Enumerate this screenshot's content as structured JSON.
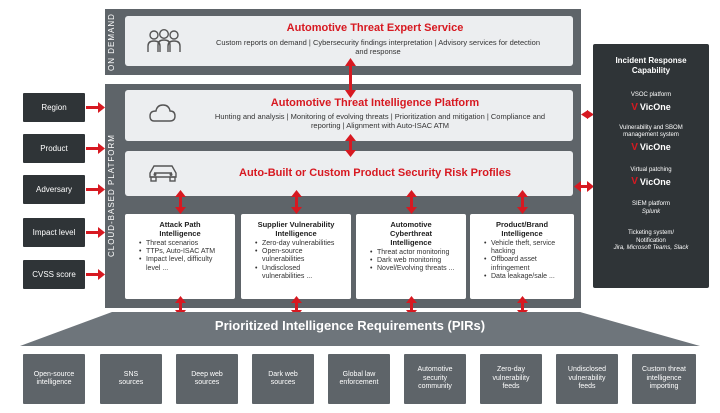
{
  "left_labels": [
    "Region",
    "Product",
    "Adversary",
    "Impact level",
    "CVSS score"
  ],
  "on_demand_label": "ON DEMAND",
  "cloud_label": "CLOUD-BASED PLATFORM",
  "expert_service": {
    "title": "Automotive Threat Expert Service",
    "desc": "Custom reports on demand | Cybersecurity findings interpretation | Advisory services for detection and response"
  },
  "intel_platform": {
    "title": "Automotive Threat Intelligence Platform",
    "desc": "Hunting and analysis | Monitoring of evolving threats | Prioritization and mitigation | Compliance and reporting | Alignment with Auto-ISAC ATM"
  },
  "risk_profiles": {
    "title": "Auto-Built or Custom Product Security Risk Profiles"
  },
  "columns": [
    {
      "title": "Attack Path Intelligence",
      "items": [
        "Threat scenarios",
        "TTPs, Auto-ISAC ATM",
        "Impact level, difficulty level ..."
      ]
    },
    {
      "title": "Supplier Vulnerability Intelligence",
      "items": [
        "Zero-day vulnerabilities",
        "Open-source vulnerabilities",
        "Undisclosed vulnerabilities ..."
      ]
    },
    {
      "title": "Automotive Cyberthreat Intelligence",
      "items": [
        "Threat actor monitoring",
        "Dark web monitoring",
        "Novel/Evolving threats ..."
      ]
    },
    {
      "title": "Product/Brand Intelligence",
      "items": [
        "Vehicle theft, service hacking",
        "Offboard asset infringement",
        "Data leakage/sale ..."
      ]
    }
  ],
  "pir_label": "Prioritized Intelligence Requirements (PIRs)",
  "sources": [
    "Open-source intelligence",
    "SNS sources",
    "Deep web sources",
    "Dark web sources",
    "Global law enforcement",
    "Automotive security community",
    "Zero-day vulnerability feeds",
    "Undisclosed vulnerability feeds",
    "Custom threat intelligence importing"
  ],
  "incident_response": {
    "title": "Incident Response Capability",
    "items": [
      {
        "label": "VSOC platform",
        "brand": "VicOne"
      },
      {
        "label": "Vulnerability and SBOM management system",
        "brand": "VicOne"
      },
      {
        "label": "Virtual patching",
        "brand": "VicOne"
      },
      {
        "label": "SIEM platform",
        "sub": "Splunk"
      },
      {
        "label": "Ticketing system/ Notification",
        "sub": "Jira, Microsoft Teams, Slack"
      }
    ]
  },
  "colors": {
    "accent": "#d71921",
    "dark": "#2f3437",
    "gray": "#5e6469",
    "light": "#eceef0"
  }
}
